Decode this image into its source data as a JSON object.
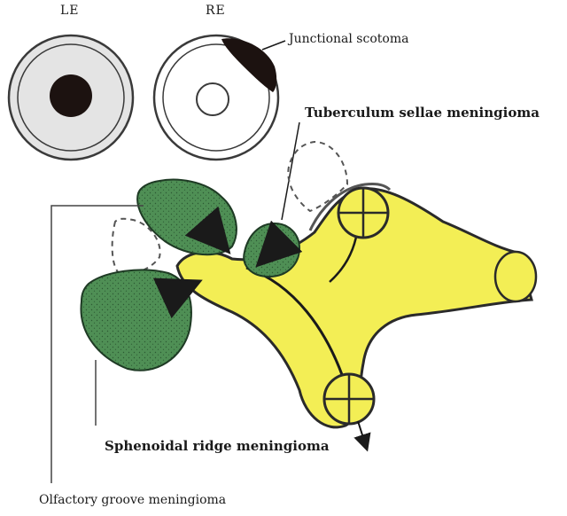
{
  "labels": {
    "left_eye": "LE",
    "right_eye": "RE",
    "junctional_scotoma": "Junctional scotoma",
    "tuberculum_sellae": "Tuberculum sellae meningioma",
    "sphenoidal_ridge": "Sphenoidal ridge meningioma",
    "olfactory_groove": "Olfactory groove meningioma"
  },
  "colors": {
    "optic_pathway": "#f3ee55",
    "tumor": "#4f8f55",
    "scotoma": "#1c1210",
    "field_gray": "#e4e4e4",
    "outline": "#3a3a3a"
  },
  "icons": {
    "arrow": "black-arrow",
    "crossed_circle": "optic-tract-cross-section"
  }
}
